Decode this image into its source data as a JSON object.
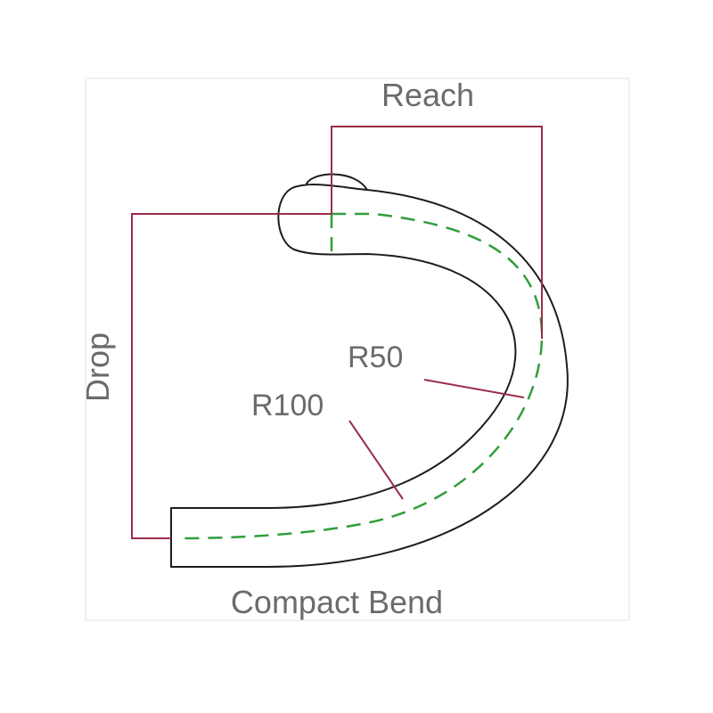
{
  "labels": {
    "reach": "Reach",
    "drop": "Drop",
    "r50": "R50",
    "r100": "R100",
    "caption": "Compact Bend"
  },
  "colors": {
    "outline": "#1d1d1d",
    "centerline": "#2f9e3c",
    "dimension": "#9b2c48",
    "text": "#6b6b6b"
  }
}
